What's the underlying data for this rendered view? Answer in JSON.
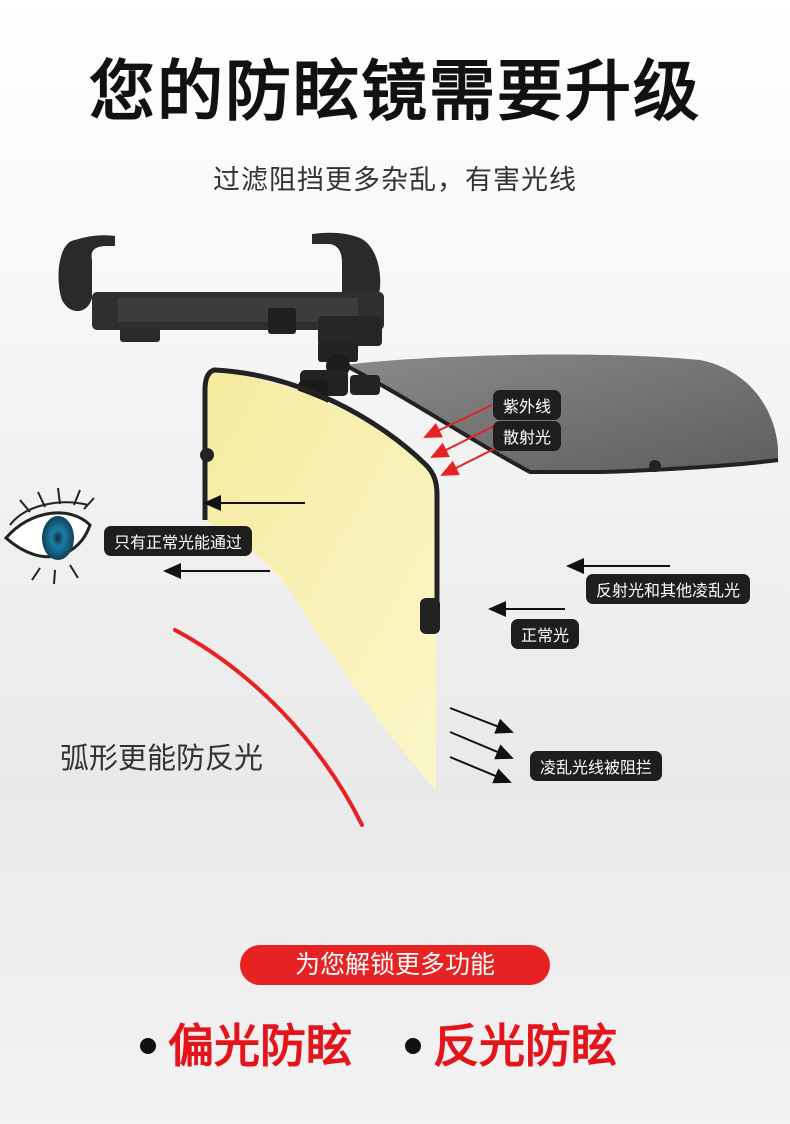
{
  "headline": "您的防眩镜需要升级",
  "subheadline": "过滤阻挡更多杂乱，有害光线",
  "labels": {
    "uv": "紫外线",
    "scatter": "散射光",
    "normal_pass": "只有正常光能通过",
    "reflected": "反射光和其他凌乱光",
    "normal_light": "正常光",
    "blocked": "凌乱光线被阻拦"
  },
  "curve_caption": "弧形更能防反光",
  "unlock_text": "为您解锁更多功能",
  "features": [
    {
      "label": "偏光防眩"
    },
    {
      "label": "反光防眩"
    }
  ],
  "colors": {
    "accent_red": "#e62222",
    "lens_yellow": "#f7f0a8",
    "dark_lens": "#6e6e6e"
  }
}
